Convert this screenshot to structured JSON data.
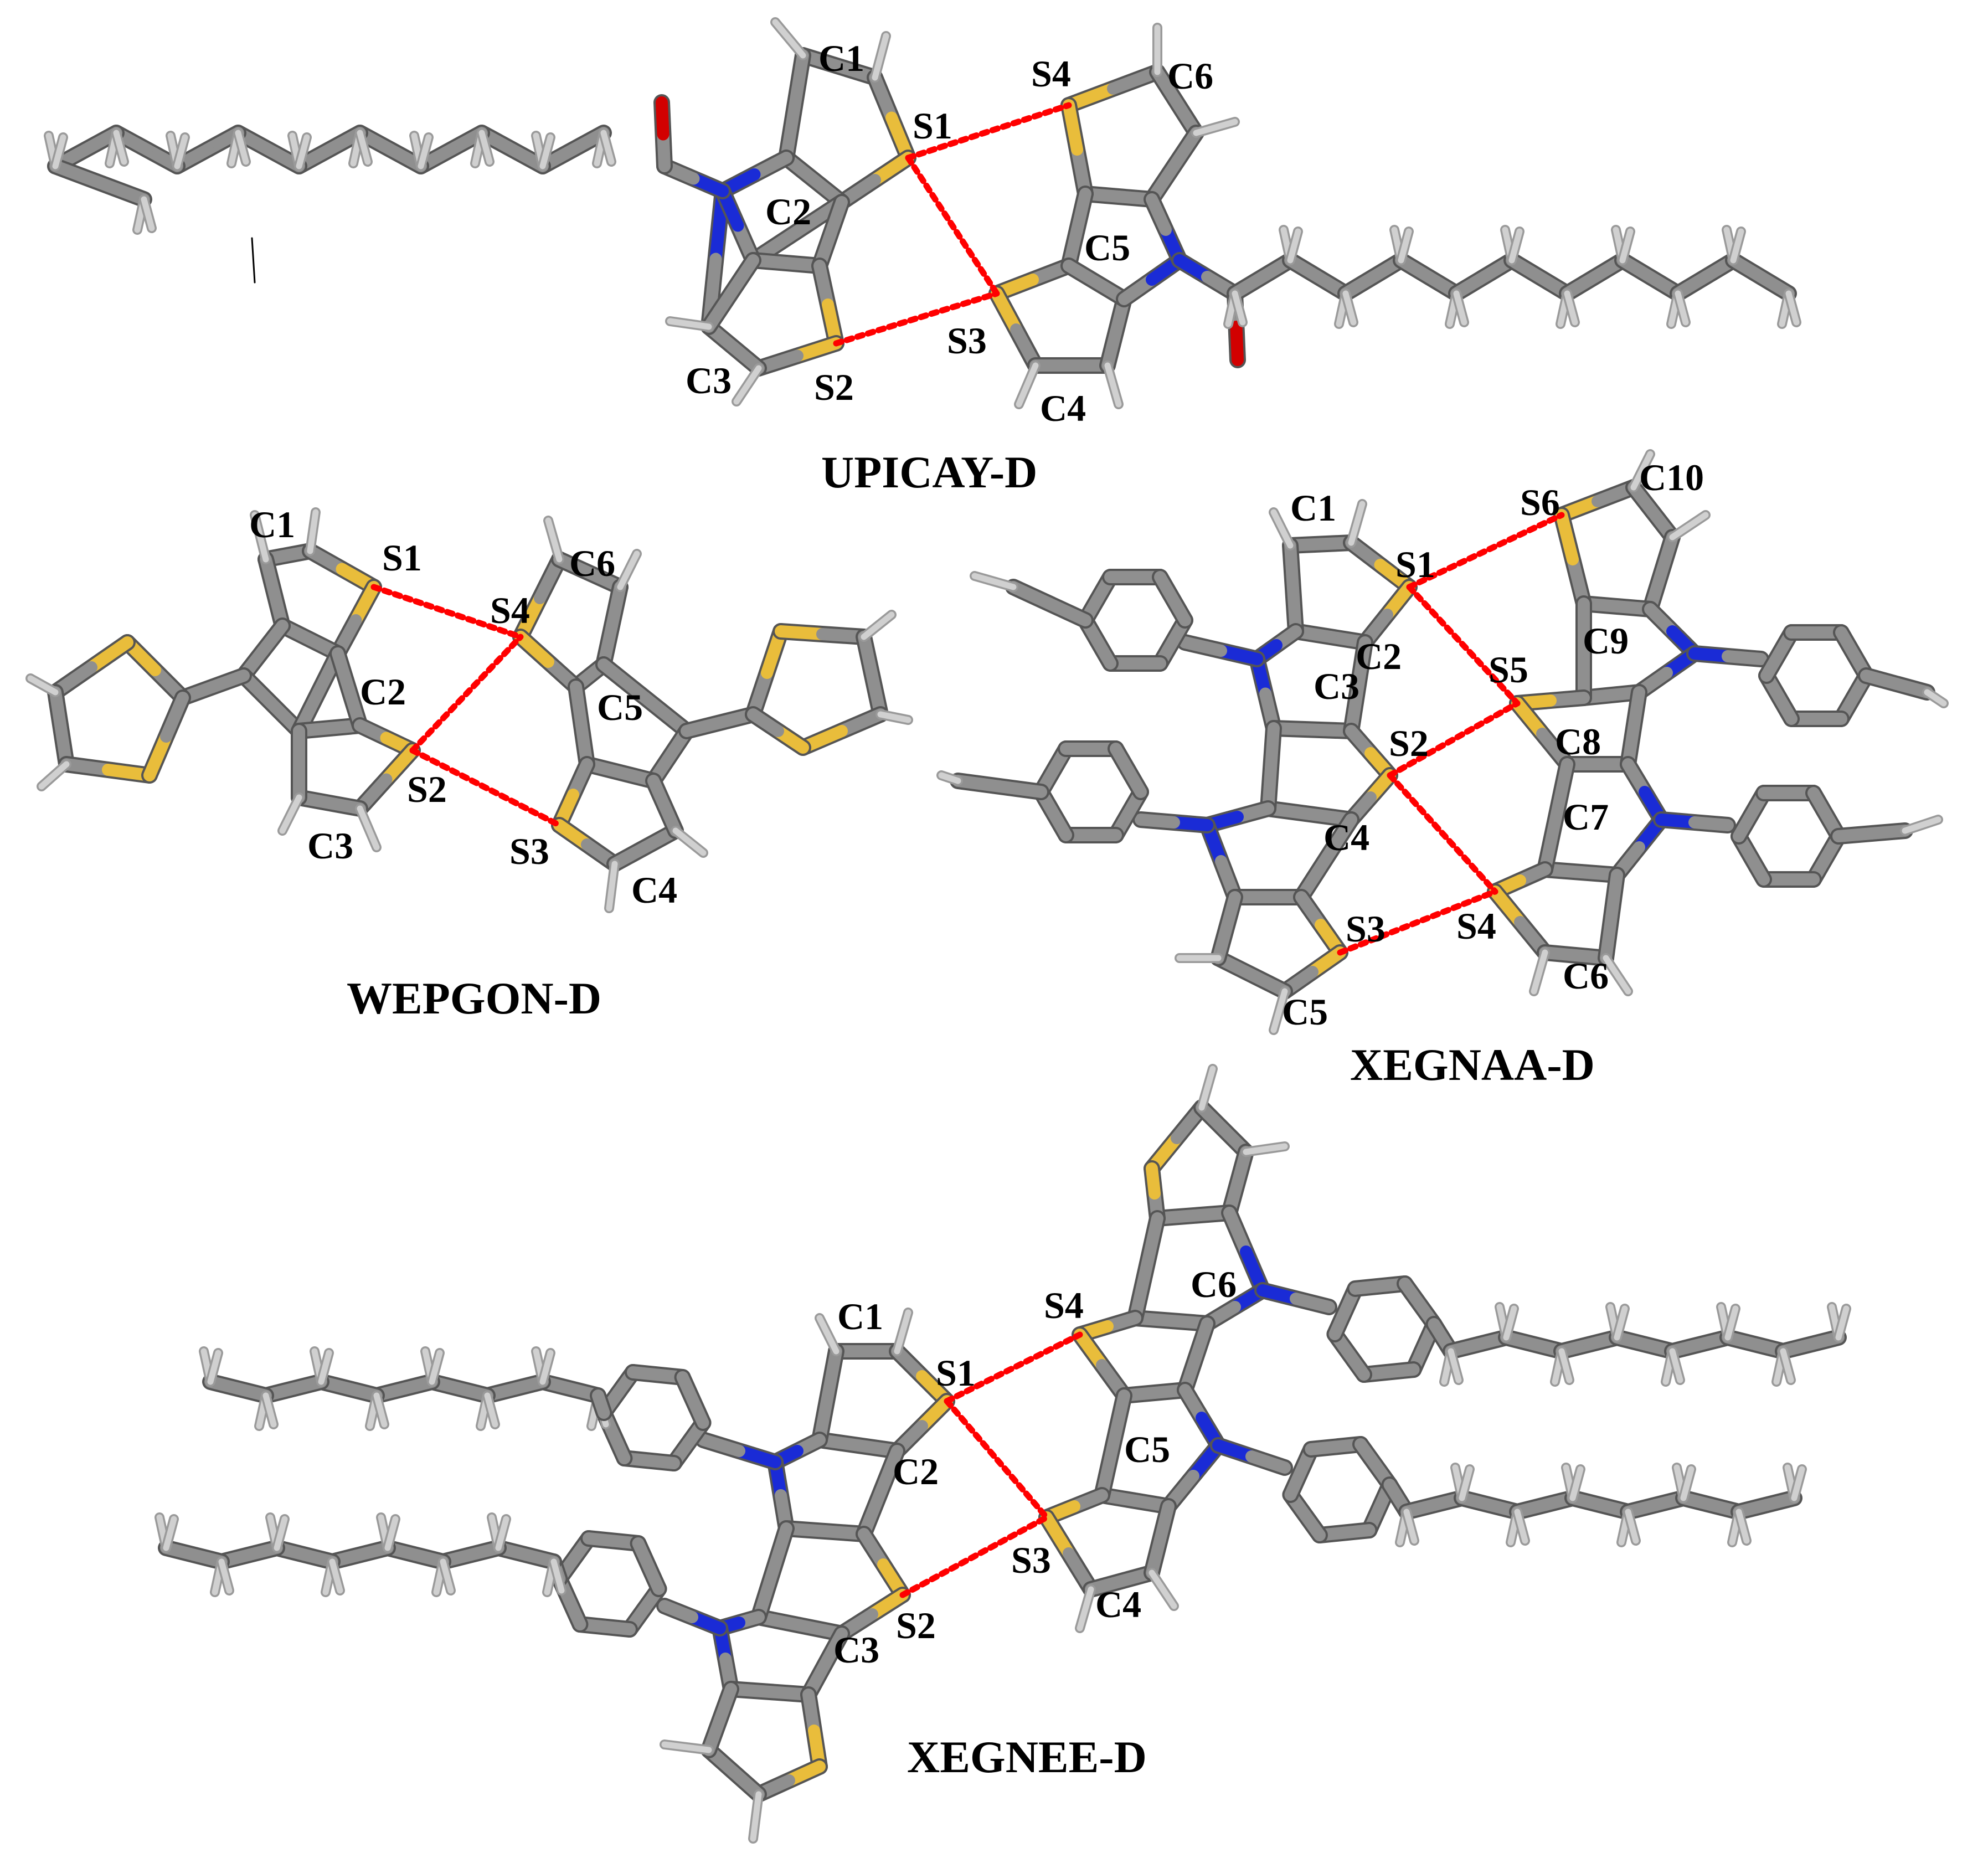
{
  "colors": {
    "carbon": "#8f8f8f",
    "carbon_edge": "#555555",
    "hydrogen": "#d0d0d0",
    "sulfur": "#e9bd3b",
    "nitrogen": "#1a2bd6",
    "oxygen": "#d20000",
    "contact": "#ff0000",
    "label": "#000000"
  },
  "molecules": [
    {
      "id": "upicay",
      "title": "UPICAY-D",
      "labels": [
        "C1",
        "S4",
        "C6",
        "S1",
        "C2",
        "C5",
        "S3",
        "C3",
        "S2",
        "C4"
      ],
      "contacts": [
        [
          "S1",
          "S4"
        ],
        [
          "S1",
          "S3"
        ],
        [
          "S2",
          "S3"
        ]
      ]
    },
    {
      "id": "wepgon",
      "title": "WEPGON-D",
      "labels": [
        "C1",
        "S1",
        "C6",
        "S4",
        "C2",
        "C5",
        "S2",
        "C3",
        "S3",
        "C4"
      ],
      "contacts": [
        [
          "S1",
          "S4"
        ],
        [
          "S2",
          "S4"
        ],
        [
          "S2",
          "S3"
        ]
      ]
    },
    {
      "id": "xegnaa",
      "title": "XEGNAA-D",
      "labels": [
        "S6",
        "C10",
        "C1",
        "S1",
        "C9",
        "S5",
        "C2",
        "C3",
        "C8",
        "S2",
        "C7",
        "C4",
        "S4",
        "S3",
        "C6",
        "C5"
      ],
      "contacts": [
        [
          "S1",
          "S6"
        ],
        [
          "S1",
          "S5"
        ],
        [
          "S2",
          "S5"
        ],
        [
          "S2",
          "S4"
        ],
        [
          "S3",
          "S4"
        ]
      ]
    },
    {
      "id": "xegnee",
      "title": "XEGNEE-D",
      "labels": [
        "C6",
        "S4",
        "C1",
        "S1",
        "C5",
        "C2",
        "S3",
        "S2",
        "C3",
        "C4"
      ],
      "contacts": [
        [
          "S1",
          "S4"
        ],
        [
          "S1",
          "S3"
        ],
        [
          "S2",
          "S3"
        ]
      ]
    }
  ]
}
